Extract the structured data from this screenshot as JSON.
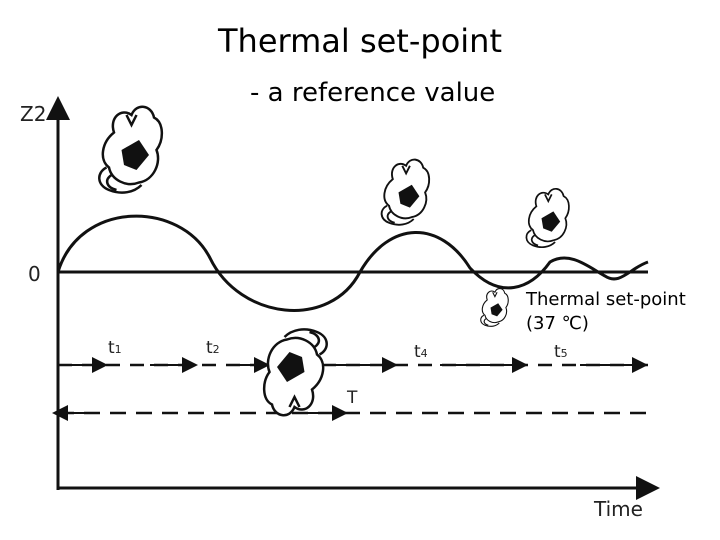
{
  "title": "Thermal set-point",
  "subtitle": "- a reference value",
  "y_axis_label": "Z2",
  "y_axis_zero": "0",
  "x_axis_label": "Time",
  "setpoint_note_line1": "Thermal set-point",
  "setpoint_note_line2": "(37 ℃)",
  "period_label": "T",
  "interval_labels": [
    {
      "main": "t",
      "sub": "1"
    },
    {
      "main": "t",
      "sub": "2"
    },
    {
      "main": "t",
      "sub": "4"
    },
    {
      "main": "t",
      "sub": "5"
    }
  ],
  "icons": [
    "fist-icon",
    "fist-icon",
    "fist-icon",
    "fist-icon",
    "fist-icon",
    "fist-icon"
  ]
}
